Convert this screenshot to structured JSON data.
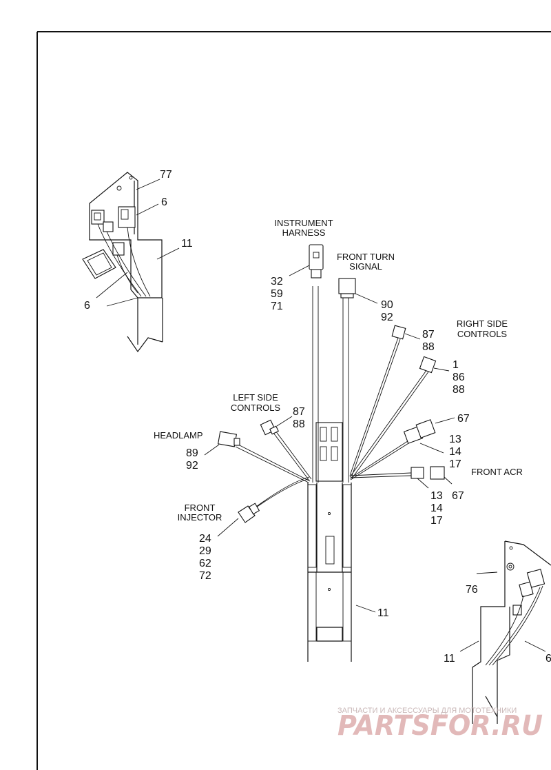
{
  "labels": {
    "instrument_harness": [
      "INSTRUMENT",
      "HARNESS"
    ],
    "front_turn_signal": [
      "FRONT TURN",
      "SIGNAL"
    ],
    "right_side_controls": [
      "RIGHT SIDE",
      "CONTROLS"
    ],
    "left_side_controls": [
      "LEFT SIDE",
      "CONTROLS"
    ],
    "headlamp": [
      "HEADLAMP"
    ],
    "front_injector": [
      "FRONT",
      "INJECTOR"
    ],
    "front_acr": [
      "FRONT ACR"
    ]
  },
  "callouts": {
    "inset_left_77": "77",
    "inset_left_6a": "6",
    "inset_left_11": "11",
    "inset_left_6b": "6",
    "instrument": [
      "32",
      "59",
      "71"
    ],
    "turn_signal": [
      "90",
      "92"
    ],
    "right_87_88": [
      "87",
      "88"
    ],
    "right_1_86_88": [
      "1",
      "86",
      "88"
    ],
    "right_67": "67",
    "right_13_14_17": [
      "13",
      "14",
      "17"
    ],
    "acr_13_14_17": [
      "13",
      "14",
      "17"
    ],
    "acr_67": "67",
    "left_87_88": [
      "87",
      "88"
    ],
    "headlamp": [
      "89",
      "92"
    ],
    "injector": [
      "24",
      "29",
      "62",
      "72"
    ],
    "main_11": "11",
    "inset_right_76": "76",
    "inset_right_11": "11",
    "inset_right_6": "6"
  },
  "watermark": {
    "line1": "ЗАПЧАСТИ И АКСЕССУАРЫ ДЛЯ МОТОТЕХНИКИ",
    "line2": "PARTSFOR.RU"
  }
}
